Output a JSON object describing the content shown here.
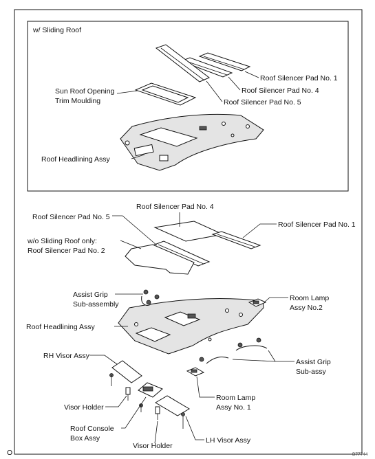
{
  "inset": {
    "title": "w/ Sliding Roof",
    "labels": {
      "pad1": "Roof Silencer Pad No. 1",
      "pad4": "Roof Silencer Pad No. 4",
      "pad5": "Roof Silencer Pad No. 5",
      "trim_line1": "Sun Roof Opening",
      "trim_line2": "Trim Moulding",
      "headlining": "Roof Headlining Assy"
    }
  },
  "main": {
    "labels": {
      "pad4": "Roof Silencer Pad No. 4",
      "pad5": "Roof Silencer Pad No. 5",
      "pad1": "Roof Silencer Pad No. 1",
      "pad2_line1": "w/o Sliding Roof only:",
      "pad2_line2": "Roof Silencer Pad No. 2",
      "assist_grip_sa_line1": "Assist Grip",
      "assist_grip_sa_line2": "Sub-assembly",
      "room_lamp2_line1": "Room Lamp",
      "room_lamp2_line2": "Assy No.2",
      "headlining": "Roof Headlining Assy",
      "rh_visor": "RH Visor Assy",
      "assist_grip_line1": "Assist Grip",
      "assist_grip_line2": "Sub-assy",
      "visor_holder_left": "Visor Holder",
      "room_lamp1_line1": "Room Lamp",
      "room_lamp1_line2": "Assy No. 1",
      "console_line1": "Roof Console",
      "console_line2": "Box Assy",
      "visor_holder_bottom": "Visor Holder",
      "lh_visor": "LH Visor Assy"
    }
  },
  "footer": {
    "left_mark": "O",
    "code": "B77744"
  }
}
